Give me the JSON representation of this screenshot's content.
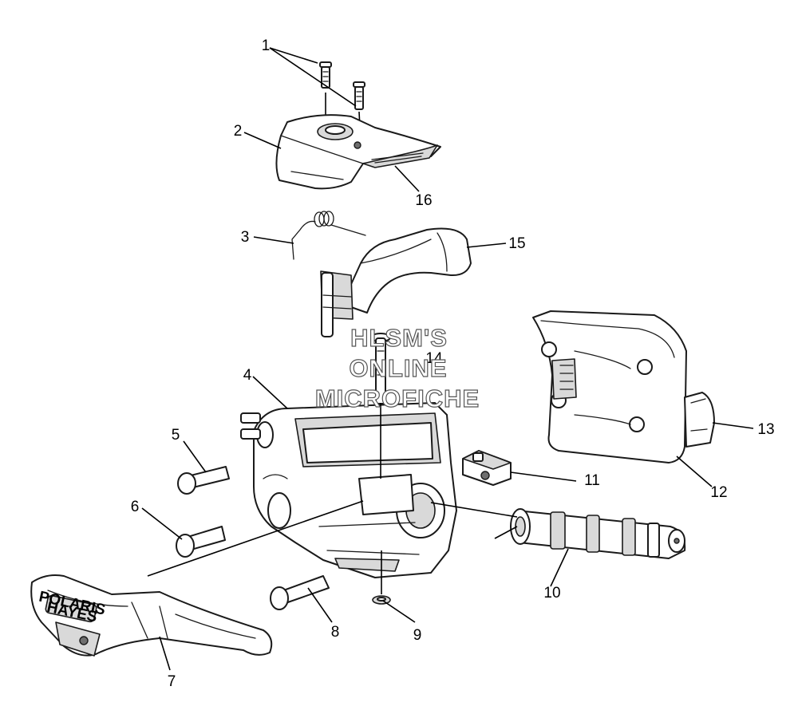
{
  "callouts": [
    {
      "id": "c1",
      "label": "1"
    },
    {
      "id": "c2",
      "label": "2"
    },
    {
      "id": "c3",
      "label": "3"
    },
    {
      "id": "c4",
      "label": "4"
    },
    {
      "id": "c5",
      "label": "5"
    },
    {
      "id": "c6",
      "label": "6"
    },
    {
      "id": "c7",
      "label": "7"
    },
    {
      "id": "c8",
      "label": "8"
    },
    {
      "id": "c9",
      "label": "9"
    },
    {
      "id": "c10",
      "label": "10"
    },
    {
      "id": "c11",
      "label": "11"
    },
    {
      "id": "c12",
      "label": "12"
    },
    {
      "id": "c13",
      "label": "13"
    },
    {
      "id": "c14",
      "label": "14"
    },
    {
      "id": "c15",
      "label": "15"
    },
    {
      "id": "c16",
      "label": "16"
    }
  ],
  "watermark": {
    "line1": "HLSM'S",
    "line2": "ONLINE",
    "line3": "MICROFICHE"
  },
  "lever_logo": {
    "line1": "POLARIS",
    "line2": "HAYES"
  }
}
